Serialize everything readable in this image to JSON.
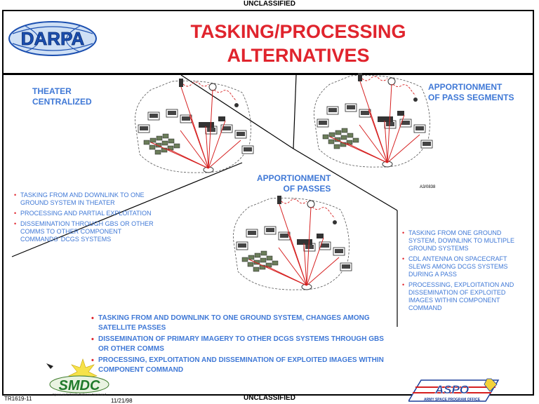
{
  "classification_top": "UNCLASSIFIED",
  "classification_bottom": "UNCLASSIFIED",
  "title_line1": "TASKING/PROCESSING",
  "title_line2": "ALTERNATIVES",
  "logo_darpa": "DARPA",
  "panels": {
    "theater": {
      "title_line1": "THEATER",
      "title_line2": "CENTRALIZED",
      "bullets": [
        "TASKING FROM AND DOWNLINK TO ONE GROUND SYSTEM IN THEATER",
        "PROCESSING AND PARTIAL EXPLOITATION",
        "DISSEMINATION THROUGH GBS OR OTHER COMMS TO OTHER COMPONENT COMMANDS' DCGS SYSTEMS"
      ]
    },
    "segments": {
      "title_line1": "APPORTIONMENT",
      "title_line2": "OF PASS SEGMENTS",
      "code": "A3/0838",
      "bullets": [
        "TASKING FROM ONE GROUND SYSTEM, DOWNLINK TO MULTIPLE GROUND SYSTEMS",
        "CDL ANTENNA ON SPACECRAFT SLEWS AMONG DCGS SYSTEMS DURING A PASS",
        "PROCESSING, EXPLOITATION AND DISSEMINATION OF EXPLOITED IMAGES WITHIN COMPONENT COMMAND"
      ]
    },
    "passes": {
      "title_line1": "APPORTIONMENT",
      "title_line2": "OF PASSES",
      "bullets": [
        "TASKING FROM AND DOWNLINK TO ONE GROUND SYSTEM, CHANGES AMONG SATELLITE PASSES",
        "DISSEMINATION OF PRIMARY IMAGERY TO OTHER DCGS SYSTEMS THROUGH GBS OR OTHER COMMS",
        "PROCESSING, EXPLOITATION AND DISSEMINATION OF EXPLOITED IMAGES WITHIN COMPONENT COMMAND"
      ]
    }
  },
  "footer": {
    "doc_id": "TR1619-11",
    "date": "11/21/98",
    "smdc_logo": "SMDC",
    "smdc_caption": "Space and Missile Defense Command",
    "aspo_logo": "ASPO",
    "aspo_caption": "ARMY SPACE PROGRAM OFFICE"
  },
  "colors": {
    "title_red": "#e0242d",
    "text_blue": "#3f78d6",
    "link_red": "#d62020",
    "darpa_blue": "#1b4fb0"
  }
}
